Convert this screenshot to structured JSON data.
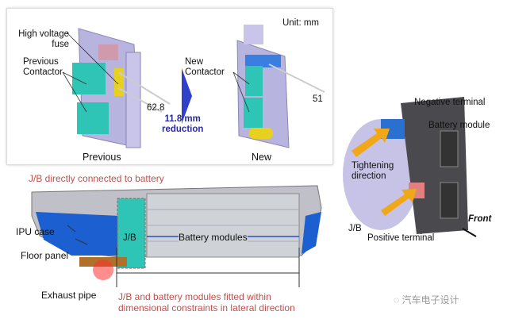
{
  "top_panel": {
    "unit": "Unit: mm",
    "high_voltage_fuse": "High voltage\nfuse",
    "previous_contactor": "Previous\nContactor",
    "new_contactor": "New\nContactor",
    "previous_dim": "62.8",
    "new_dim": "51",
    "reduction": "11.8 mm\nreduction",
    "previous_caption": "Previous",
    "new_caption": "New"
  },
  "bottom_panel": {
    "jb_connected": "J/B directly connected to battery",
    "jb": "J/B",
    "battery_modules": "Battery modules",
    "ipu_case": "IPU case",
    "floor_panel": "Floor panel",
    "exhaust_pipe": "Exhaust pipe",
    "constraint_note": "J/B and battery modules fitted within\ndimensional constraints in lateral direction"
  },
  "right_panel": {
    "negative_terminal": "Negative terminal",
    "battery_module": "Battery module",
    "tightening_direction": "Tightening\ndirection",
    "jb": "J/B",
    "positive_terminal": "Positive terminal",
    "front": "Front"
  },
  "watermark": "汽车电子设计",
  "colors": {
    "contactor": "#2ec4b6",
    "fuse": "#e8d020",
    "housing": "#b8b4e0",
    "accent_red": "#c0504d",
    "arrow": "#f0a818",
    "reduction_text": "#2a2aa0"
  }
}
